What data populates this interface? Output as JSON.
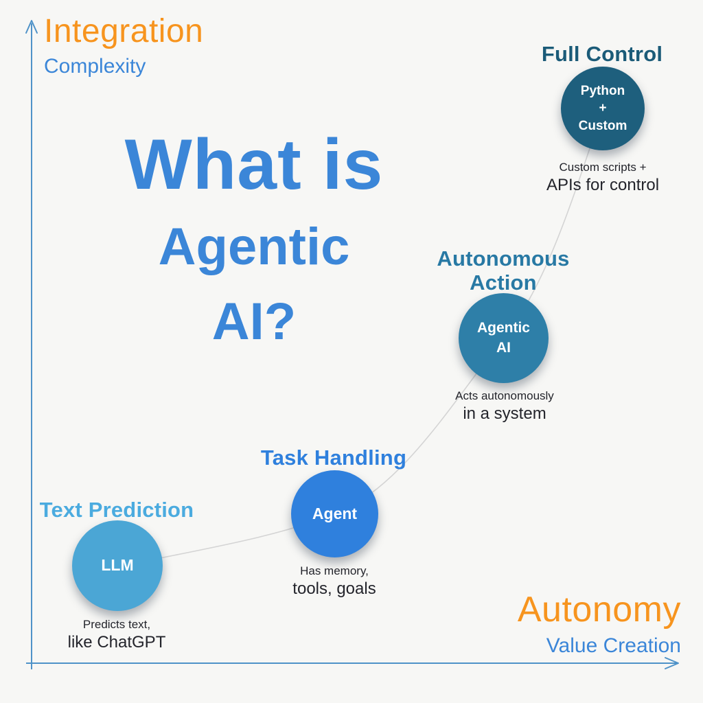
{
  "title": {
    "line1": "What is",
    "line2": "Agentic",
    "line3": "AI?"
  },
  "axes": {
    "y_primary": "Integration",
    "y_secondary": "Complexity",
    "x_primary": "Autonomy",
    "x_secondary": "Value Creation"
  },
  "colors": {
    "background": "#F7F7F5",
    "orange": "#F7941E",
    "title_blue": "#3B86D8",
    "axis_line": "#4E92C8",
    "curve_line": "#D4D4D4",
    "caption_text": "#23242B"
  },
  "stages": [
    {
      "name": "text-prediction",
      "heading": "Text Prediction",
      "heading_color": "#4BABDF",
      "circle_label": "LLM",
      "circle_color": "#4BA6D5",
      "caption_small": "Predicts text,",
      "caption_large": "like ChatGPT"
    },
    {
      "name": "task-handling",
      "heading": "Task Handling",
      "heading_color": "#2F80DD",
      "circle_label": "Agent",
      "circle_color": "#2F80DD",
      "caption_small": "Has memory,",
      "caption_large": "tools, goals"
    },
    {
      "name": "autonomous-action",
      "heading": "Autonomous Action",
      "heading_color": "#2879A4",
      "circle_label": "Agentic AI",
      "circle_color": "#2E7FA8",
      "caption_small": "Acts autonomously",
      "caption_large": "in a system"
    },
    {
      "name": "full-control",
      "heading": "Full Control",
      "heading_color": "#1B5B78",
      "circle_label": "Python + Custom",
      "circle_color": "#1E5F7D",
      "caption_small": "Custom scripts +",
      "caption_large": "APIs for control"
    }
  ]
}
